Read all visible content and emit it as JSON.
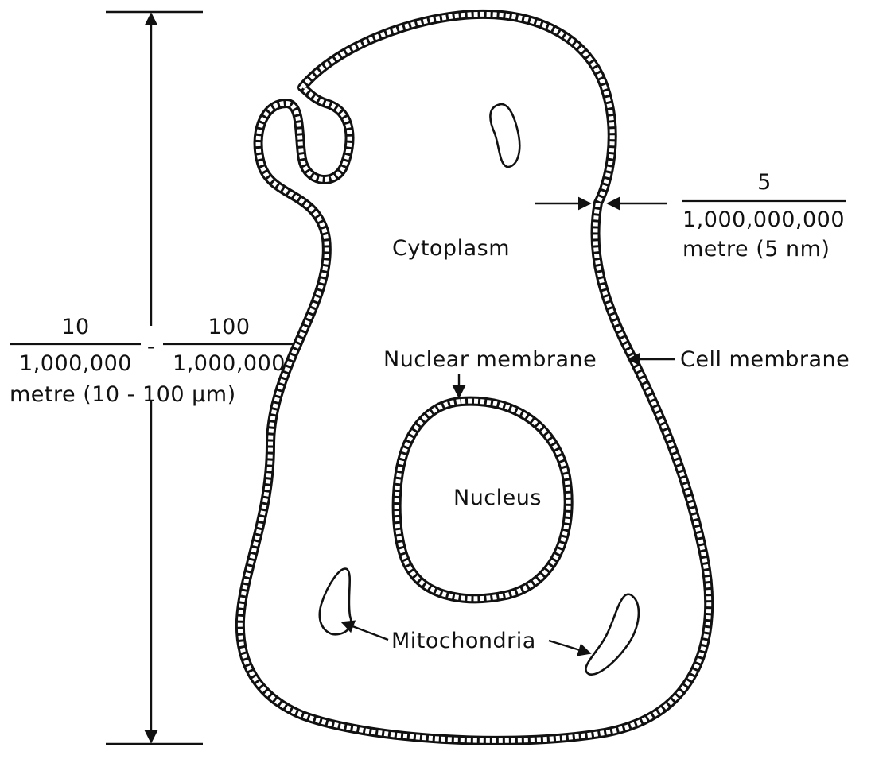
{
  "labels": {
    "cytoplasm": "Cytoplasm",
    "nucleus": "Nucleus",
    "nuclear_membrane": "Nuclear membrane",
    "cell_membrane": "Cell membrane",
    "mitochondria": "Mitochondria"
  },
  "cell_size": {
    "fraction1_numerator": "10",
    "fraction1_denominator": "1,000,000",
    "separator": "-",
    "fraction2_numerator": "100",
    "fraction2_denominator": "1,000,000",
    "unit_text": "metre (10 - 100 μm)"
  },
  "membrane_thickness": {
    "numerator": "5",
    "denominator": "1,000,000,000",
    "unit_text": "metre (5 nm)"
  }
}
